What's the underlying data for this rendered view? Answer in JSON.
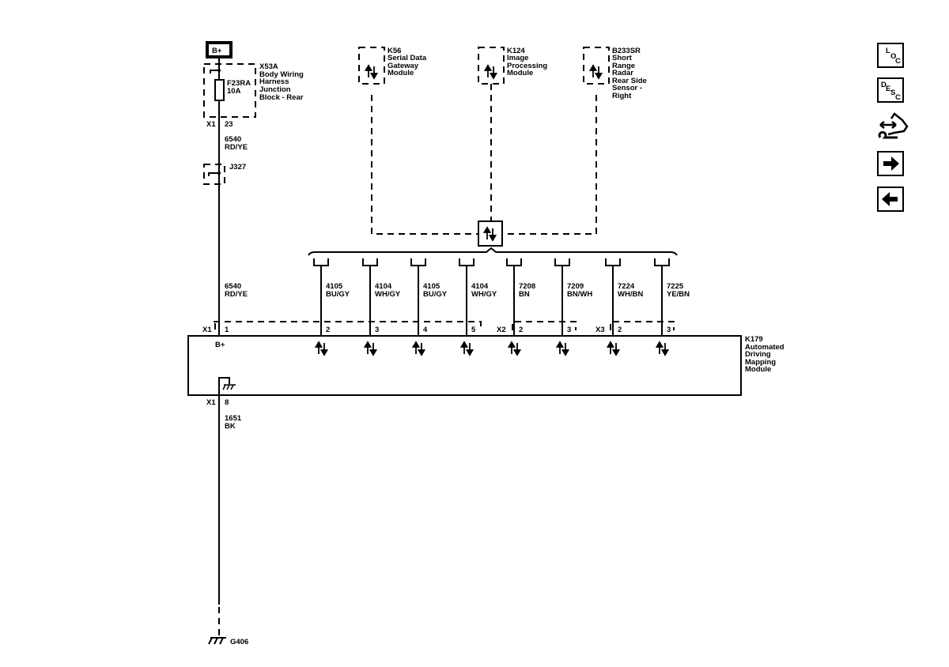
{
  "power": {
    "label": "B+"
  },
  "junction_block": {
    "id": "X53A",
    "name_lines": [
      "Body Wiring",
      "Harness",
      "Junction",
      "Block - Rear"
    ],
    "connector": "X1",
    "pin": "23"
  },
  "fuse": {
    "id": "F23RA",
    "rating": "10A"
  },
  "splice": {
    "id": "J327"
  },
  "power_wire": {
    "circuit": "6540",
    "color": "RD/YE"
  },
  "ground_wire": {
    "circuit": "1651",
    "color": "BK",
    "connector": "X1",
    "pin": "8"
  },
  "ground": {
    "id": "G406"
  },
  "modules_top": [
    {
      "id": "K56",
      "name_lines": [
        "Serial Data",
        "Gateway",
        "Module"
      ]
    },
    {
      "id": "K124",
      "name_lines": [
        "Image",
        "Processing",
        "Module"
      ]
    },
    {
      "id": "B233SR",
      "name_lines": [
        "Short",
        "Range",
        "Radar",
        "Rear Side",
        "Sensor -",
        "Right"
      ]
    }
  ],
  "main_module": {
    "id": "K179",
    "name_lines": [
      "Automated",
      "Driving",
      "Mapping",
      "Module"
    ],
    "power_pin_label": "B+",
    "power_connector": "X1",
    "power_pin": "1"
  },
  "data_wires": [
    {
      "circuit": "4105",
      "color": "BU/GY",
      "pin": "2"
    },
    {
      "circuit": "4104",
      "color": "WH/GY",
      "pin": "3"
    },
    {
      "circuit": "4105",
      "color": "BU/GY",
      "pin": "4"
    },
    {
      "circuit": "4104",
      "color": "WH/GY",
      "pin": "5"
    },
    {
      "circuit": "7208",
      "color": "BN",
      "pin": "2"
    },
    {
      "circuit": "7209",
      "color": "BN/WH",
      "pin": "3"
    },
    {
      "circuit": "7224",
      "color": "WH/BN",
      "pin": "2"
    },
    {
      "circuit": "7225",
      "color": "YE/BN",
      "pin": "3"
    }
  ],
  "connectors": {
    "x2": "X2",
    "x3": "X3"
  },
  "nav_icons": [
    {
      "name": "loc-icon",
      "letters": [
        "L",
        "O",
        "C"
      ]
    },
    {
      "name": "desc-icon",
      "letters": [
        "D",
        "E",
        "S",
        "C"
      ]
    },
    {
      "name": "connector-repair-icon"
    },
    {
      "name": "next-page-icon"
    },
    {
      "name": "previous-page-icon"
    }
  ]
}
